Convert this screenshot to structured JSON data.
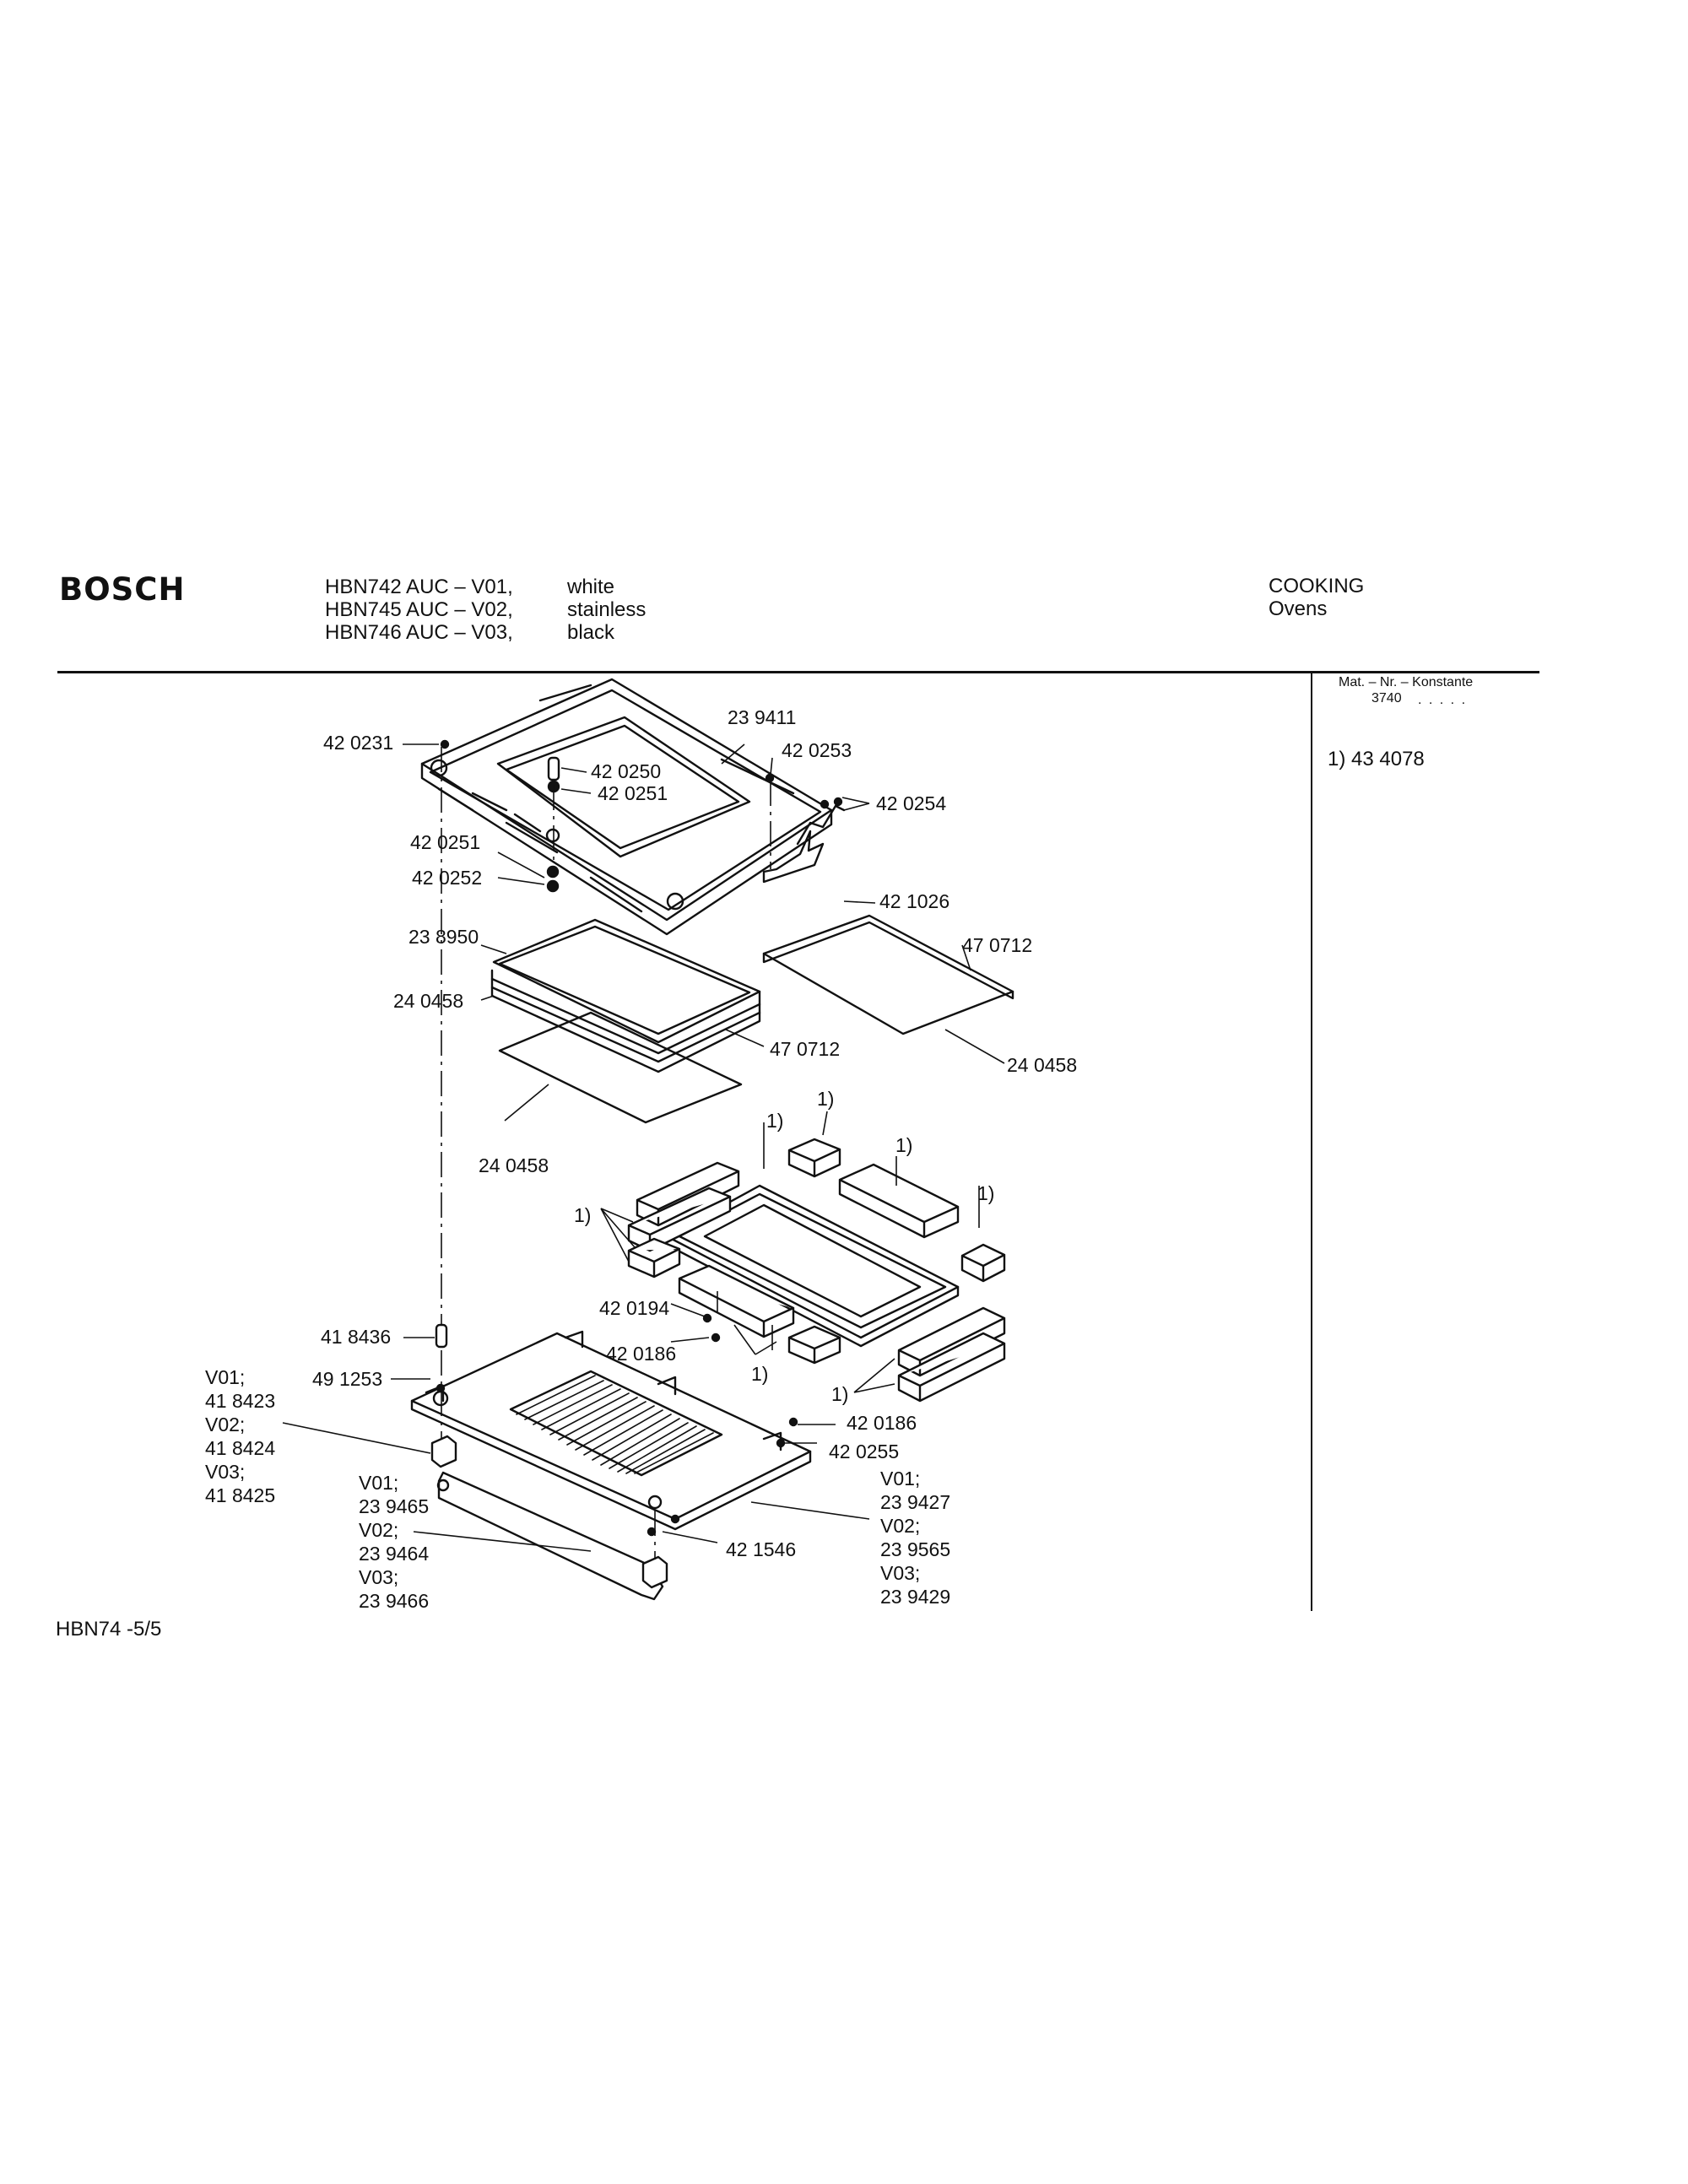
{
  "header": {
    "brand": "BOSCH",
    "models": [
      {
        "model": "HBN742 AUC – V01,",
        "finish": "white"
      },
      {
        "model": "HBN745 AUC – V02,",
        "finish": "stainless"
      },
      {
        "model": "HBN746 AUC – V03,",
        "finish": "black"
      }
    ],
    "category": "COOKING",
    "subcategory": "Ovens"
  },
  "side_panel": {
    "mat_label": "Mat. – Nr. – Konstante",
    "mat_value": "3740",
    "mat_dots": ". . . . .",
    "footnote": "1) 43 4078"
  },
  "parts": {
    "p420231": "42 0231",
    "p239411": "23 9411",
    "p420253": "42 0253",
    "p420250": "42 0250",
    "p420251a": "42 0251",
    "p420254": "42 0254",
    "p420251b": "42 0251",
    "p420252": "42 0252",
    "p421026": "42 1026",
    "p238950": "23 8950",
    "p470712a": "47 0712",
    "p240458a": "24 0458",
    "p470712b": "47 0712",
    "p240458b": "24 0458",
    "p240458c": "24 0458",
    "n1a": "1)",
    "n1b": "1)",
    "n1c": "1)",
    "n1d": "1)",
    "n1e": "1)",
    "n1f": "1)",
    "n1g": "1)",
    "p420194": "42 0194",
    "p420186a": "42 0186",
    "p418436": "41 8436",
    "p491253": "49 1253",
    "p420186b": "42 0186",
    "p420255": "42 0255",
    "p421546": "42 1546",
    "left_v01": "V01;",
    "left_418423": "41 8423",
    "left_v02": "V02;",
    "left_418424": "41 8424",
    "left_v03": "V03;",
    "left_418425": "41 8425",
    "mid_v01": "V01;",
    "mid_239465": "23 9465",
    "mid_v02": "V02;",
    "mid_239464": "23 9464",
    "mid_v03": "V03;",
    "mid_239466": "23 9466",
    "right_v01": "V01;",
    "right_239427": "23 9427",
    "right_v02": "V02;",
    "right_239565": "23 9565",
    "right_v03": "V03;",
    "right_239429": "23 9429"
  },
  "footer": {
    "page_id": "HBN74  -5/5"
  }
}
